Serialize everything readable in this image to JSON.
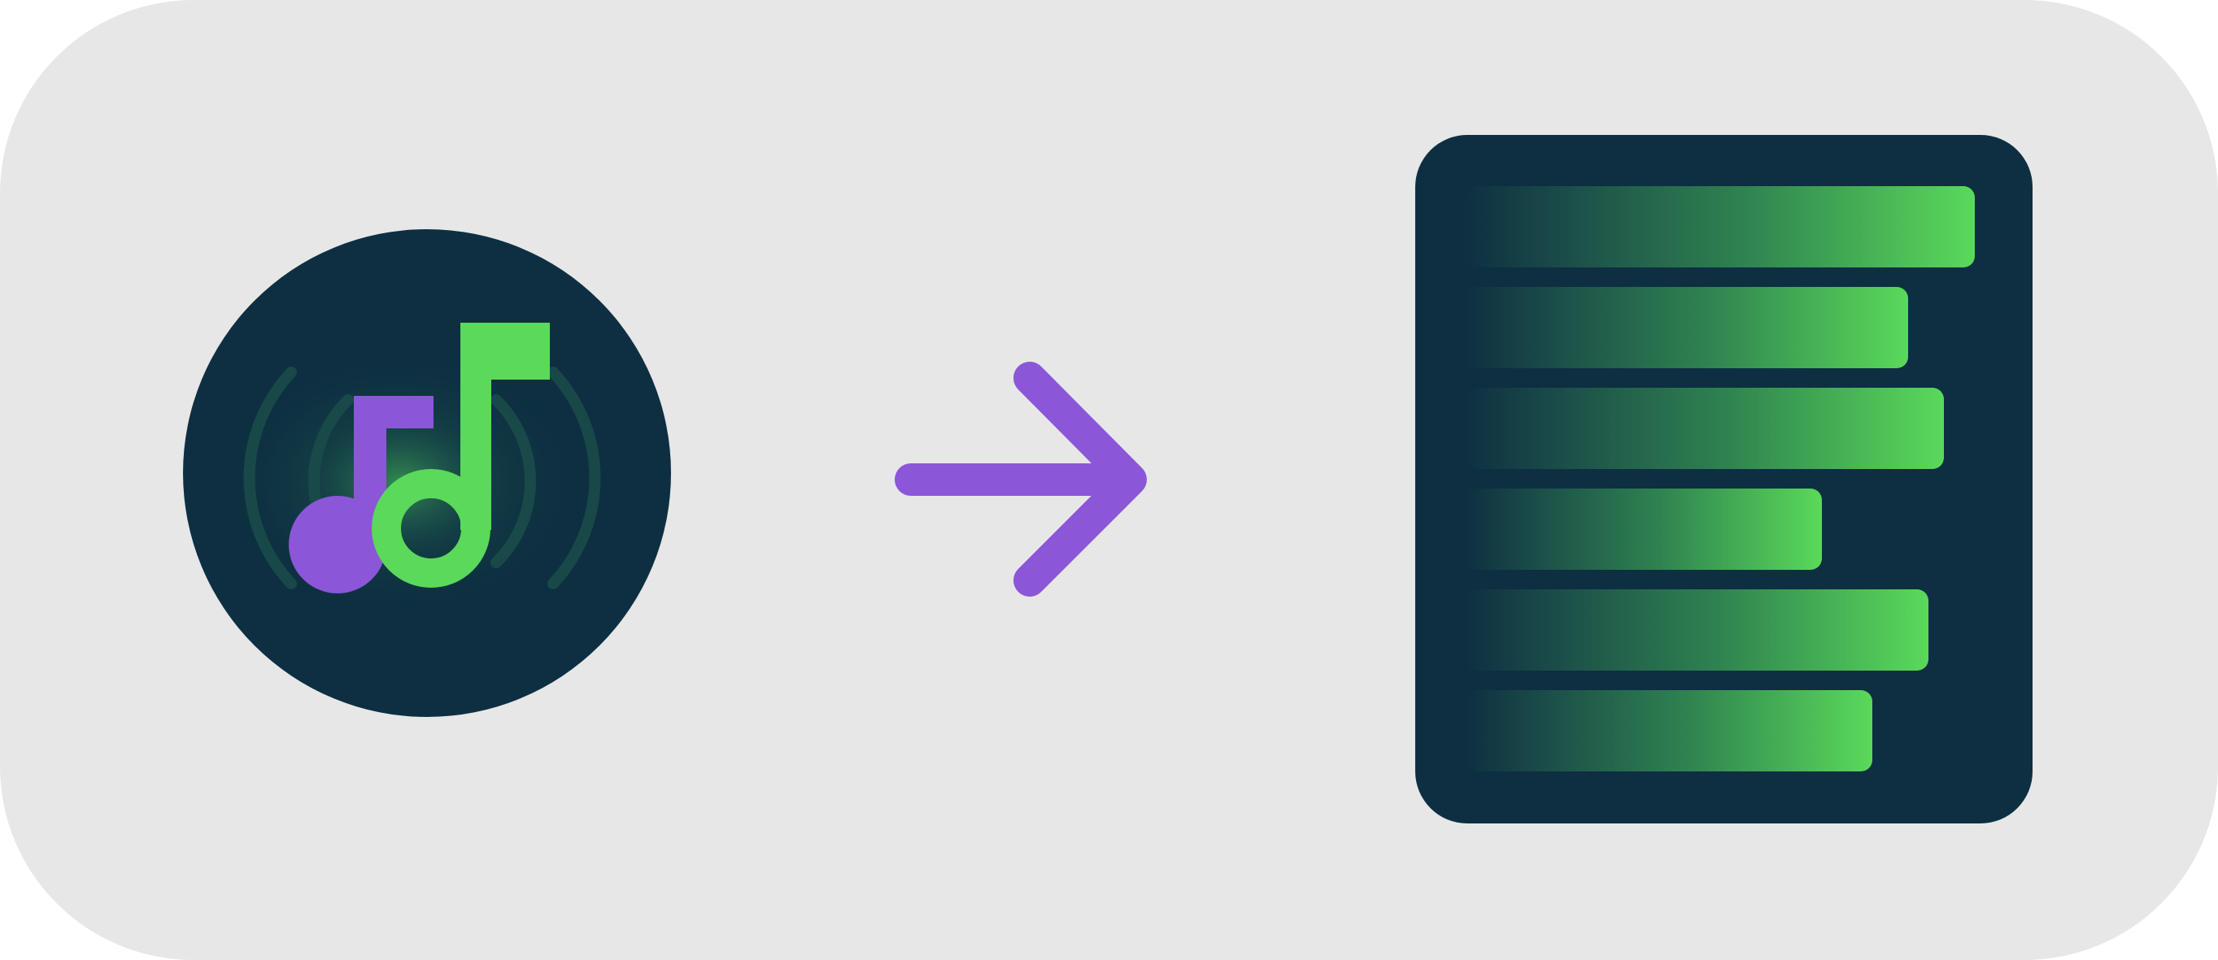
{
  "colors": {
    "panel_background": "#e7e7e8",
    "dark_navy": "#0d2f41",
    "accent_green": "#5ad95a",
    "accent_purple": "#8c56d8"
  },
  "diagram": {
    "source": {
      "shape": "circle",
      "icon": "music-notes-icon",
      "effect": "sound-wave-glow"
    },
    "connector": {
      "icon": "arrow-right-icon"
    },
    "output": {
      "shape": "rounded-card",
      "icon": "horizontal-bars",
      "bar_relative_lengths": [
        1.0,
        0.87,
        0.94,
        0.7,
        0.91,
        0.8
      ]
    }
  }
}
